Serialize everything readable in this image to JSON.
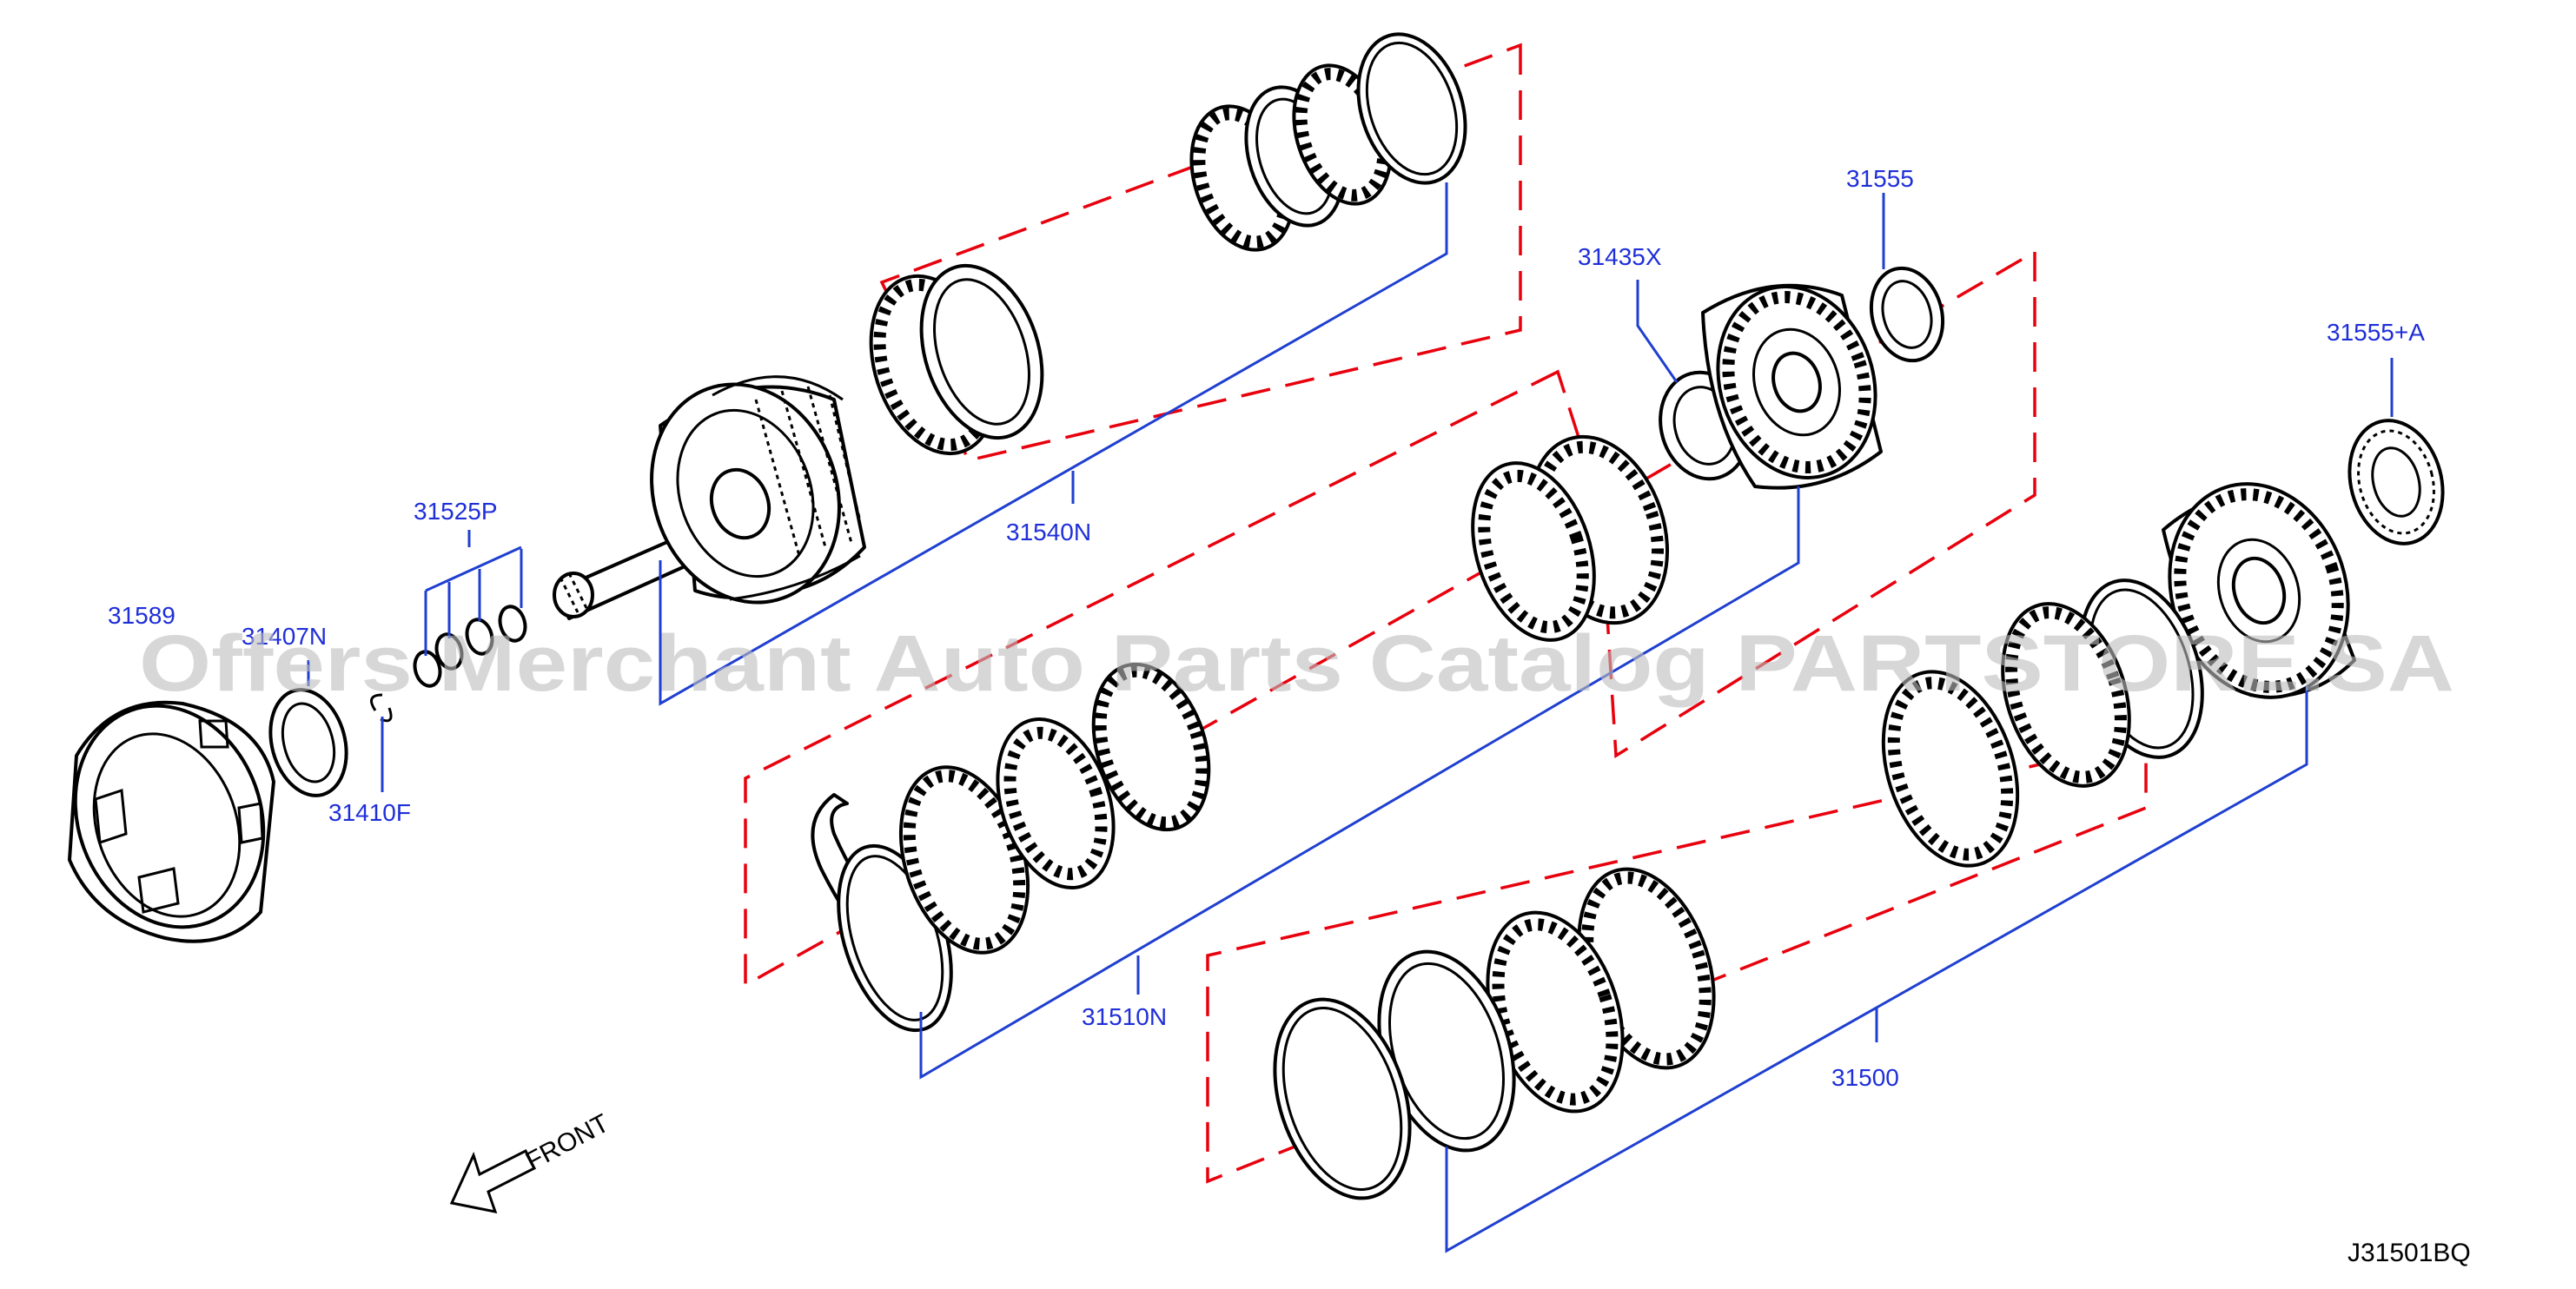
{
  "diagram": {
    "part_labels": {
      "p31589": "31589",
      "p31407n": "31407N",
      "p31410f": "31410F",
      "p31525p": "31525P",
      "p31540n": "31540N",
      "p31510n": "31510N",
      "p31435x": "31435X",
      "p31555": "31555",
      "p31555a": "31555+A",
      "p31500": "31500"
    },
    "front_label": "FRONT",
    "reference_code": "J31501BQ",
    "watermark": "Offers Merchant Auto Parts Catalog PARTSTORE.SA",
    "colors": {
      "line_art": "#000000",
      "leader_lines": "#1f3fd0",
      "label_text": "#1f2fd8",
      "exploded_box": "#e8000d",
      "watermark": "#bdbdbd"
    }
  }
}
